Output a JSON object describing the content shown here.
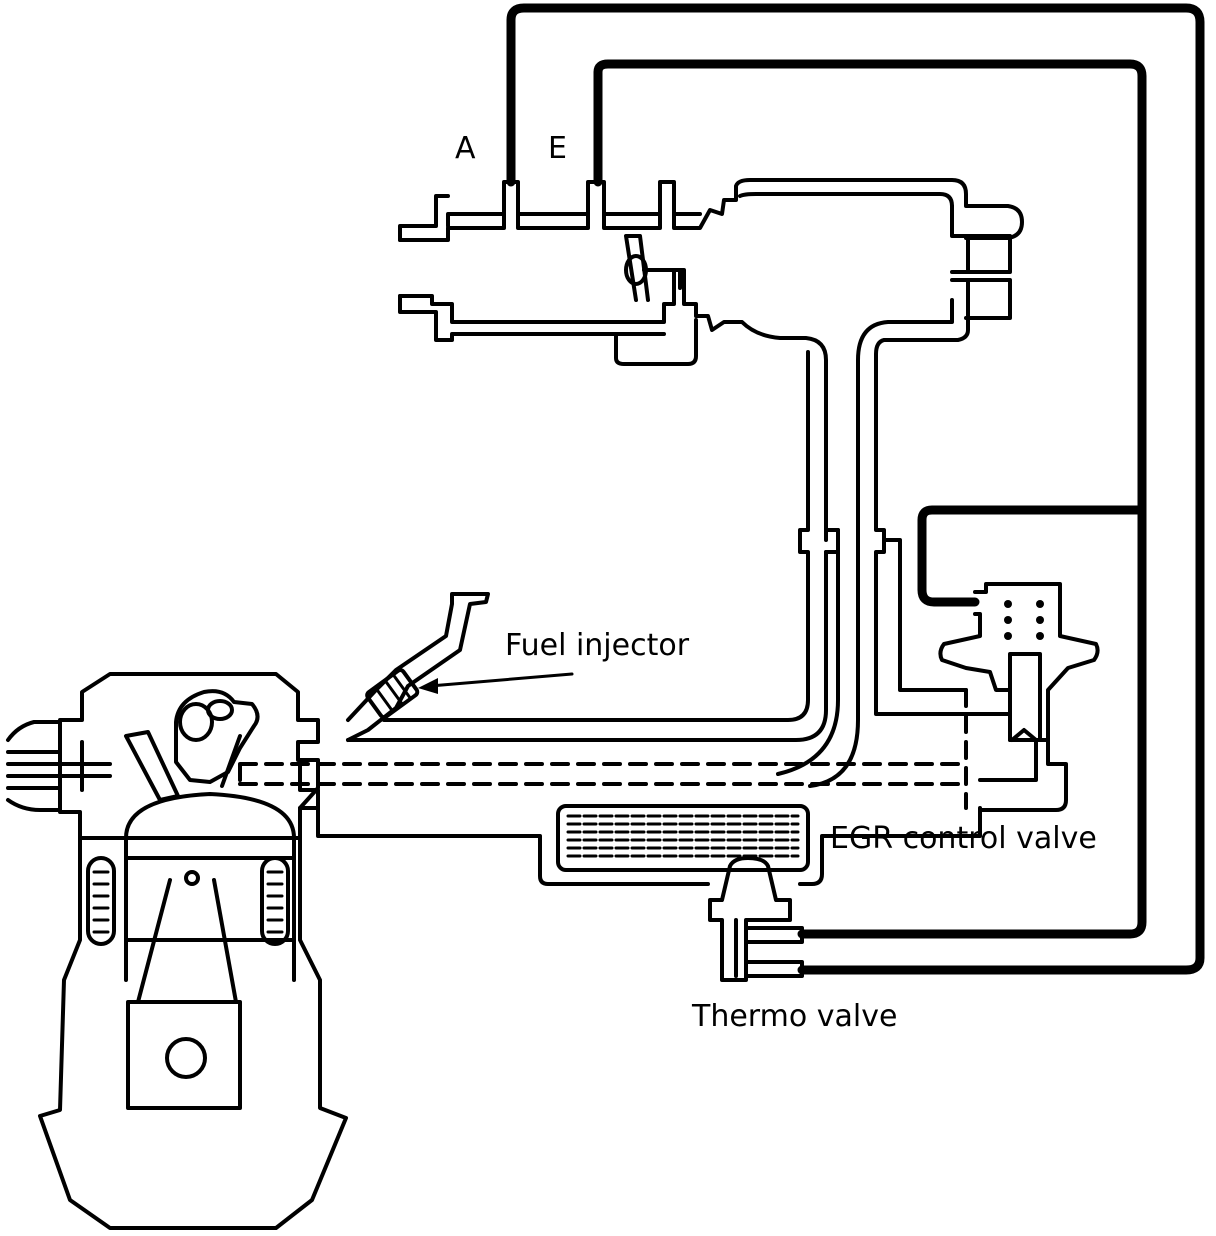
{
  "labels": {
    "port_a": "A",
    "port_e": "E",
    "fuel_injector": "Fuel injector",
    "egr_control_valve": "EGR control valve",
    "thermo_valve": "Thermo valve"
  },
  "colors": {
    "ink": "#000000",
    "paper": "#ffffff"
  }
}
